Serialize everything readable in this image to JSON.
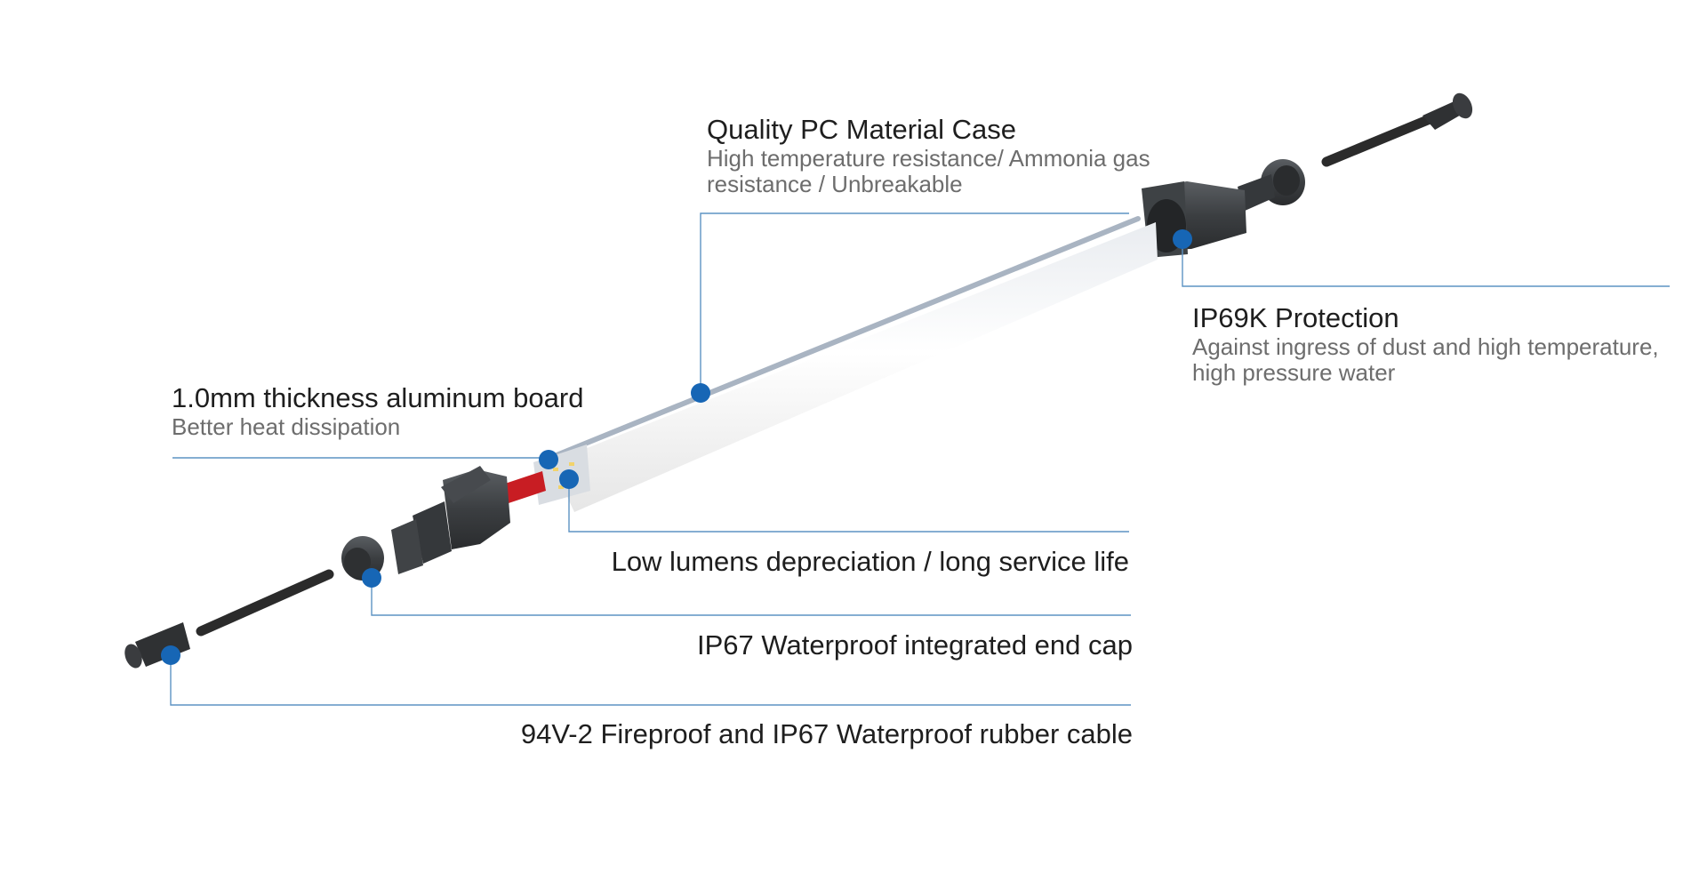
{
  "colors": {
    "dot": "#1766b5",
    "leader": "#5d93c3",
    "tube": "#f4f4f4",
    "tube_top": "#a9b4c2",
    "cap": "#3b3e41",
    "cable": "#2b2b2b",
    "pcb": "#c81d23"
  },
  "icons": [
    "cable-connector-icon",
    "end-cap-icon",
    "tube-icon"
  ],
  "callouts": {
    "pc_case": {
      "title": "Quality PC Material Case",
      "desc_line1": "High temperature resistance/ Ammonia gas",
      "desc_line2": "resistance / Unbreakable"
    },
    "ip69k": {
      "title": "IP69K Protection",
      "desc_line1": "Against ingress of dust and high temperature,",
      "desc_line2": "high pressure water"
    },
    "aluminum": {
      "title": "1.0mm thickness aluminum board",
      "desc": "Better heat dissipation"
    },
    "lumens": {
      "title": "Low lumens depreciation / long service life"
    },
    "endcap": {
      "title": "IP67 Waterproof integrated end cap"
    },
    "cable": {
      "title": "94V-2 Fireproof and IP67 Waterproof rubber cable"
    }
  }
}
